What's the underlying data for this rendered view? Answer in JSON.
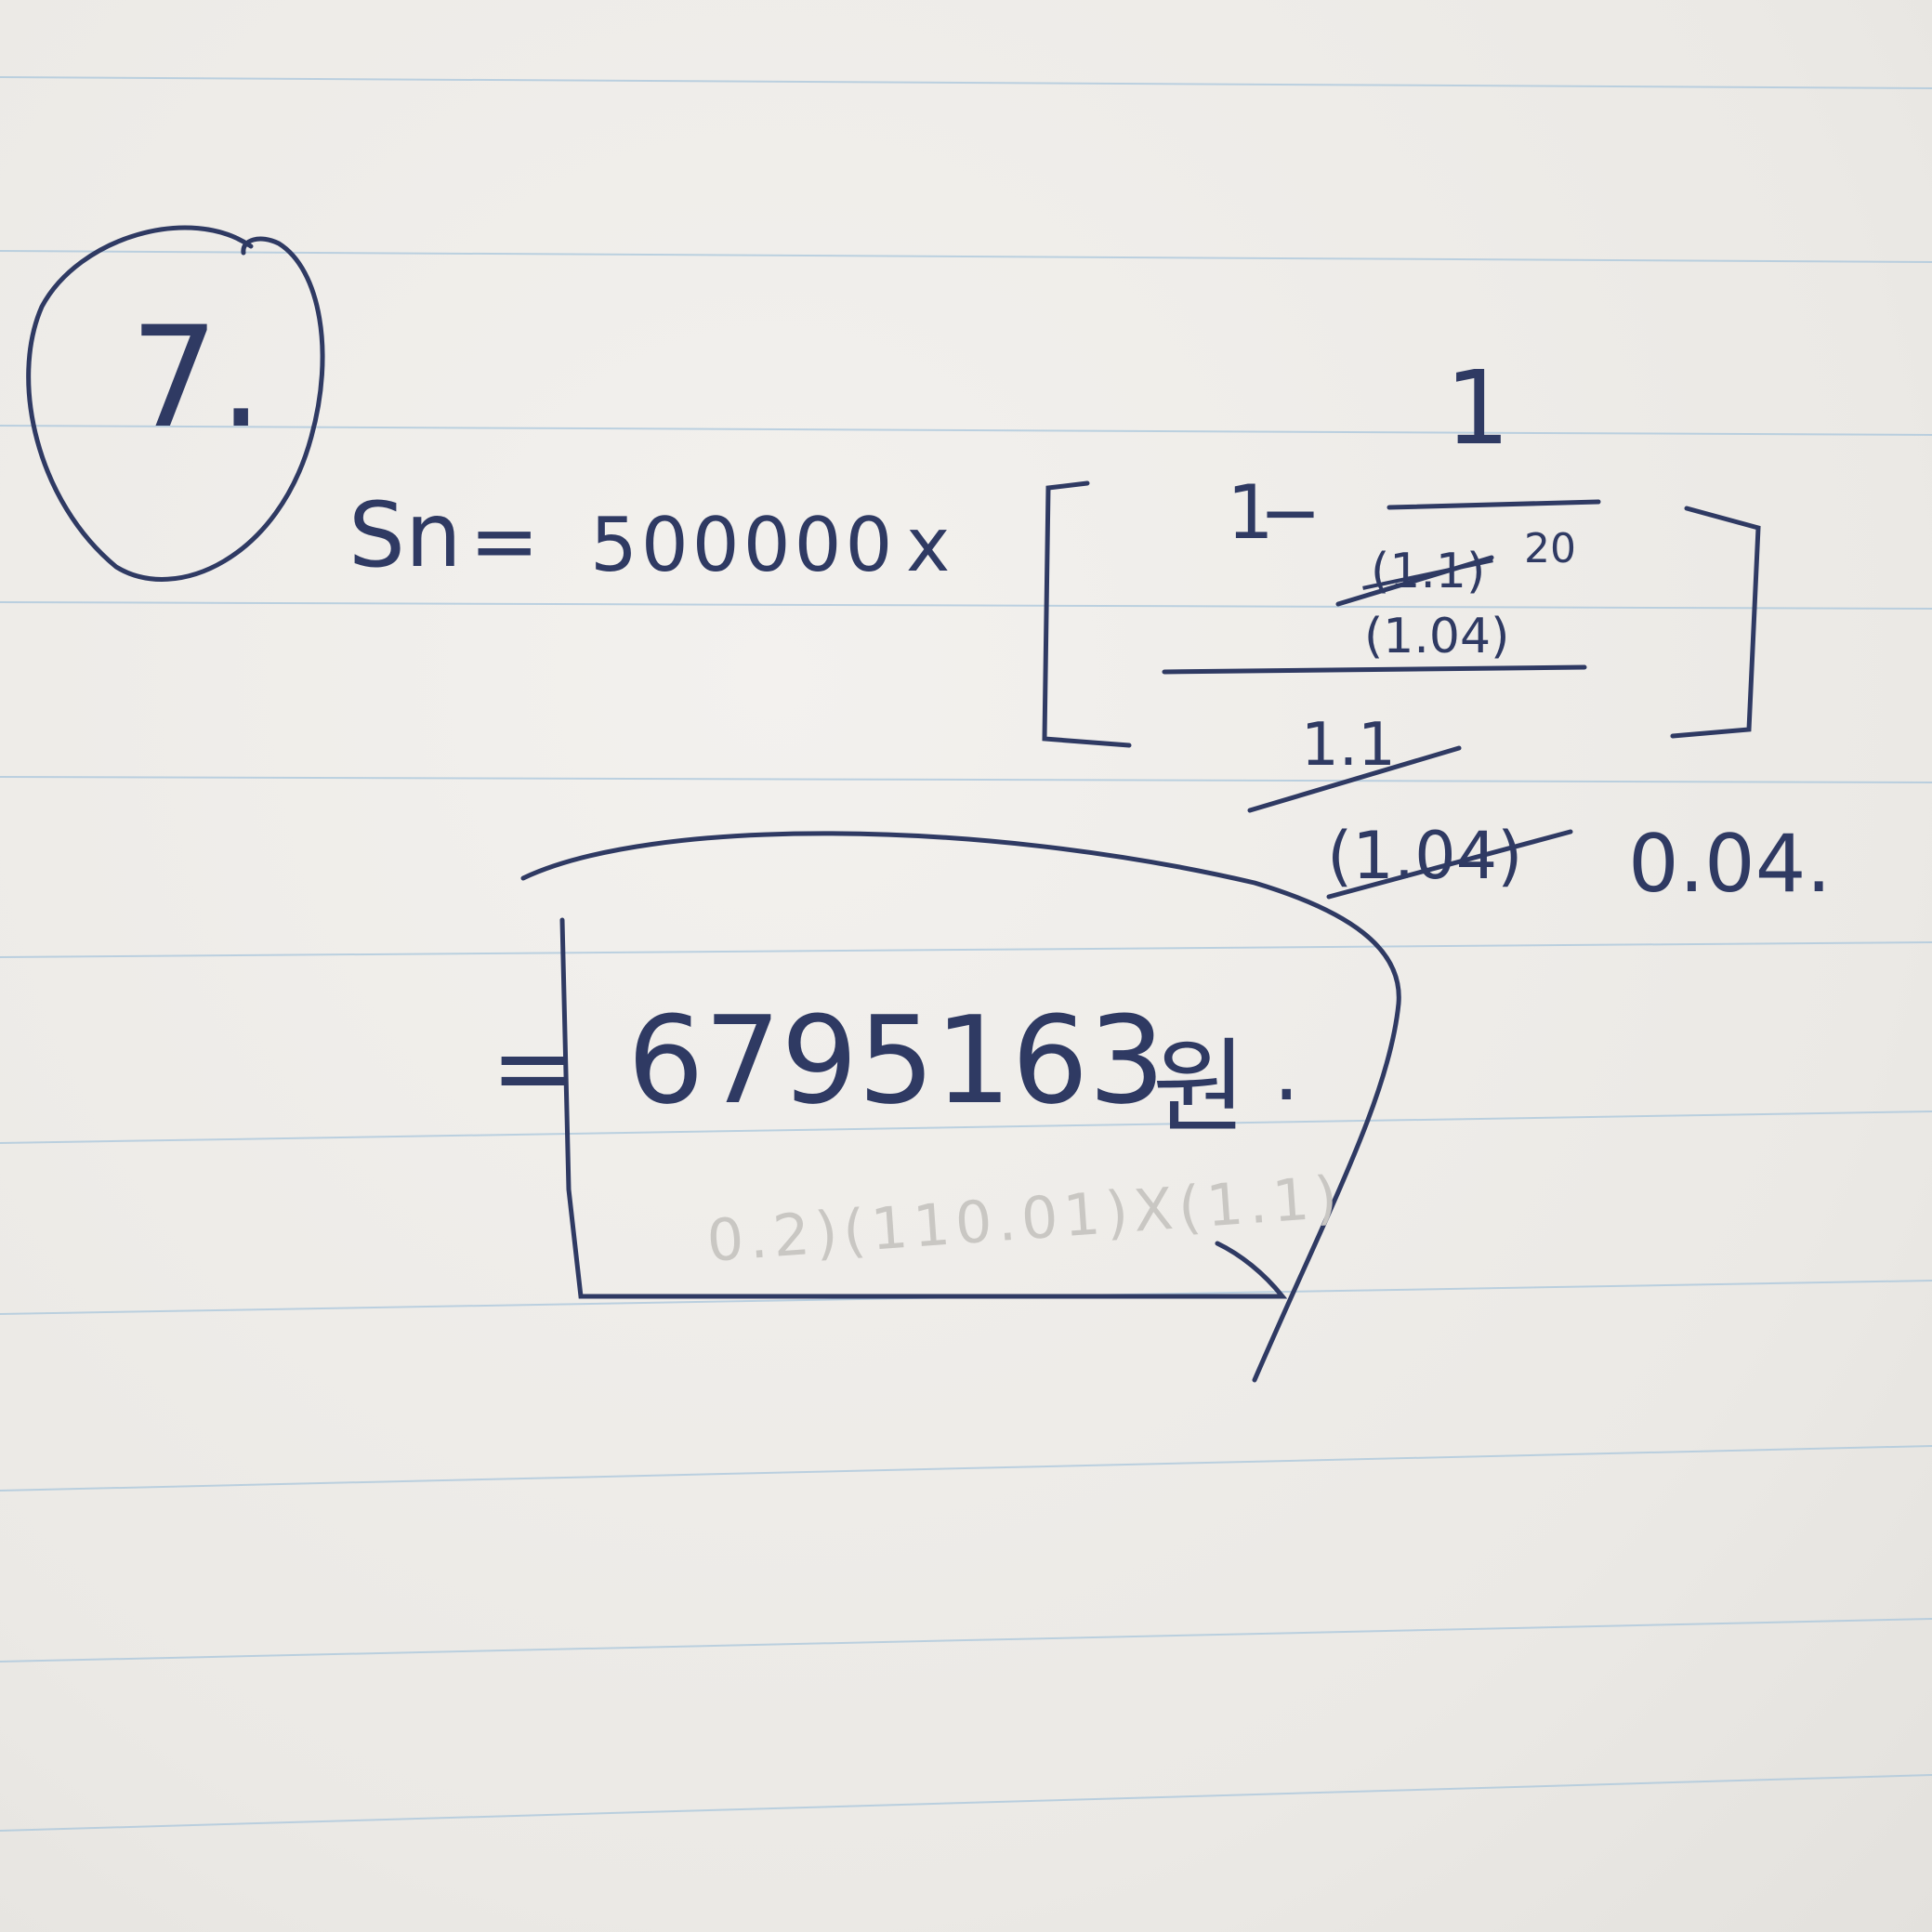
{
  "problem_number": "7.",
  "formula": {
    "lhs": "Sn",
    "equals": "=",
    "principal": "500000",
    "times": "x",
    "inner_one": "1",
    "minus": "−",
    "numerator_one": "1",
    "crossed_base": "(1.1)",
    "exponent": "20",
    "base_rewrite": "(1.04)",
    "crossed_denominator": "1.1",
    "crossed_alt": "(1.04)",
    "rate": "0.04."
  },
  "answer": {
    "equals": "=",
    "amount": "6795163",
    "unit": "원",
    "period": "."
  },
  "faint_show_through": "0.2)(110.01)X(1.1)"
}
